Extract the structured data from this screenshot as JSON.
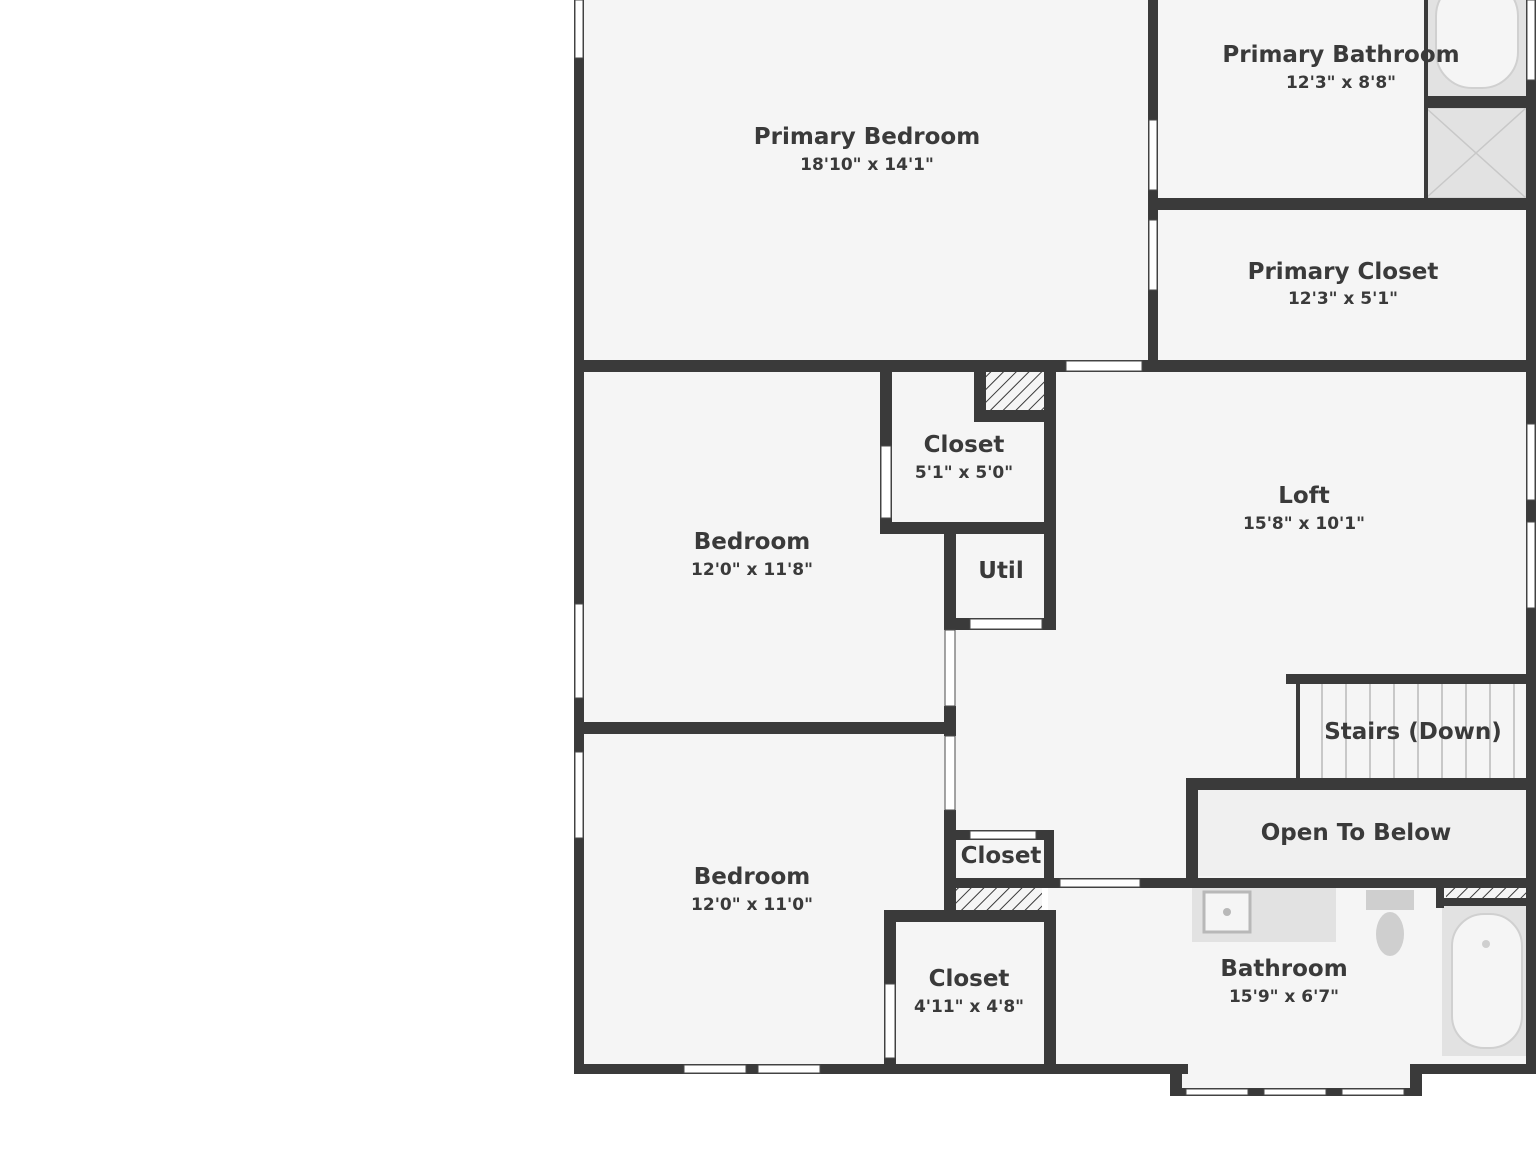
{
  "floorplan": {
    "colors": {
      "wall": "#3a3a3a",
      "floor": "#f5f5f5",
      "fixture": "#e2e2e2",
      "background": "#ffffff"
    },
    "rooms": {
      "primary_bedroom": {
        "name": "Primary Bedroom",
        "dims": "18'10\" x 14'1\""
      },
      "primary_bathroom": {
        "name": "Primary Bathroom",
        "dims": "12'3\" x 8'8\""
      },
      "primary_closet": {
        "name": "Primary Closet",
        "dims": "12'3\" x 5'1\""
      },
      "closet_upper": {
        "name": "Closet",
        "dims": "5'1\" x 5'0\""
      },
      "loft": {
        "name": "Loft",
        "dims": "15'8\" x 10'1\""
      },
      "bedroom_upper": {
        "name": "Bedroom",
        "dims": "12'0\" x 11'8\""
      },
      "util": {
        "name": "Util"
      },
      "stairs": {
        "name": "Stairs (Down)"
      },
      "open_to_below": {
        "name": "Open To Below"
      },
      "closet_small": {
        "name": "Closet"
      },
      "bedroom_lower": {
        "name": "Bedroom",
        "dims": "12'0\" x 11'0\""
      },
      "closet_lower": {
        "name": "Closet",
        "dims": "4'11\" x 4'8\""
      },
      "bathroom": {
        "name": "Bathroom",
        "dims": "15'9\" x 6'7\""
      }
    }
  }
}
